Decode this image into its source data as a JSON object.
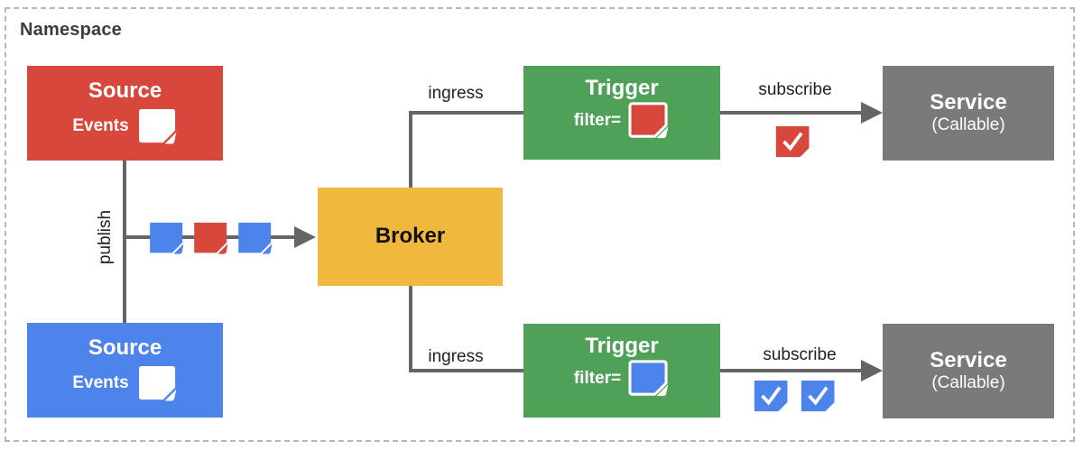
{
  "diagram": {
    "namespace_label": "Namespace",
    "colors": {
      "red": "#d7473b",
      "blue": "#4c84ec",
      "green": "#4fa157",
      "yellow": "#f0b83d",
      "gray": "#7a7a7a",
      "line": "#656565",
      "text_dark": "#3c3c3c",
      "label": "#212121",
      "border_dash": "#b7b7b7"
    },
    "nodes": {
      "source_red": {
        "title": "Source",
        "events_label": "Events"
      },
      "source_blue": {
        "title": "Source",
        "events_label": "Events"
      },
      "broker": {
        "title": "Broker"
      },
      "trigger_top": {
        "title": "Trigger",
        "filter_label": "filter="
      },
      "trigger_bottom": {
        "title": "Trigger",
        "filter_label": "filter="
      },
      "service_top": {
        "title": "Service",
        "subtitle": "(Callable)"
      },
      "service_bottom": {
        "title": "Service",
        "subtitle": "(Callable)"
      }
    },
    "edges": {
      "publish_label": "publish",
      "ingress_top_label": "ingress",
      "ingress_bottom_label": "ingress",
      "subscribe_top_label": "subscribe",
      "subscribe_bottom_label": "subscribe"
    },
    "notes": {
      "publish_stream": [
        "blue",
        "red",
        "blue"
      ],
      "filter_top": "red",
      "filter_bottom": "blue",
      "subscribe_top": [
        "red"
      ],
      "subscribe_bottom": [
        "blue",
        "blue"
      ],
      "check_glyph": "✓"
    }
  }
}
